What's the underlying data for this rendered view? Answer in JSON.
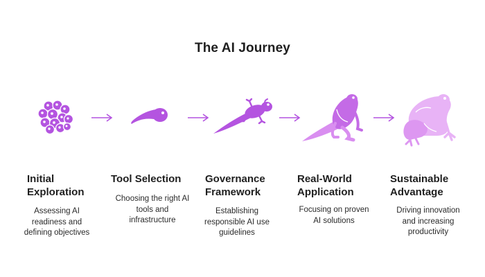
{
  "diagram": {
    "title": "The AI Journey",
    "accent_color": "#a64bd6",
    "light_color": "#d98ef0",
    "lighter_color": "#e8b3f6",
    "stages": [
      {
        "icon": "frog-eggs-icon",
        "title_lines": [
          "Initial",
          "Exploration"
        ],
        "desc_lines": [
          "Assessing AI",
          "readiness and",
          "defining objectives"
        ]
      },
      {
        "icon": "tadpole-icon",
        "title_lines": [
          "Tool Selection"
        ],
        "desc_lines": [
          "Choosing the right AI",
          "tools and",
          "infrastructure"
        ]
      },
      {
        "icon": "froglet-icon",
        "title_lines": [
          "Governance",
          "Framework"
        ],
        "desc_lines": [
          "Establishing",
          "responsible AI use",
          "guidelines"
        ]
      },
      {
        "icon": "young-frog-icon",
        "title_lines": [
          "Real-World",
          "Application"
        ],
        "desc_lines": [
          "Focusing on proven",
          "AI solutions"
        ]
      },
      {
        "icon": "adult-frog-icon",
        "title_lines": [
          "Sustainable",
          "Advantage"
        ],
        "desc_lines": [
          "Driving innovation",
          "and increasing",
          "productivity"
        ]
      }
    ]
  }
}
